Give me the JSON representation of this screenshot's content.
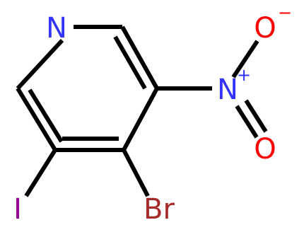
{
  "molecule": {
    "atoms": {
      "ring_nitrogen": "N",
      "iodine": "I",
      "bromine": "Br",
      "nitro_nitrogen": "N",
      "nitro_nitrogen_charge": "+",
      "oxygen_top": "O",
      "oxygen_top_charge": "−",
      "oxygen_bottom": "O"
    },
    "colors": {
      "bond": "#000000",
      "nitrogen": "#3333ff",
      "oxygen": "#ff0000",
      "bromine": "#a62929",
      "iodine": "#940094"
    }
  }
}
